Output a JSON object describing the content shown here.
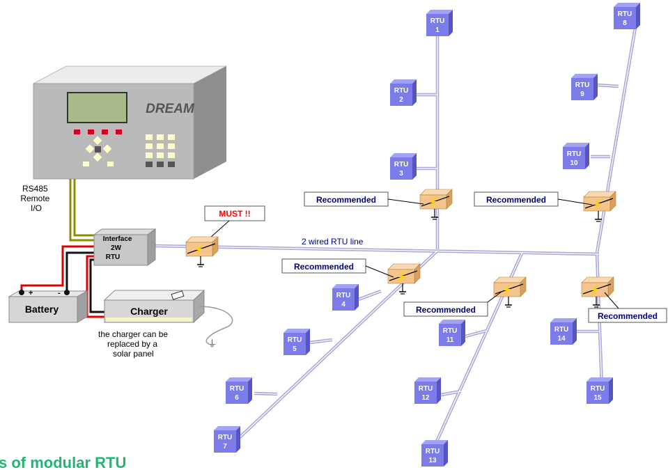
{
  "device": {
    "brand": "DREAM"
  },
  "labels": {
    "rs485": [
      "RS485",
      "Remote",
      "I/O"
    ],
    "interface": [
      "Interface",
      "2W",
      "RTU"
    ],
    "must": "MUST !!",
    "battery": "Battery",
    "battery_plus": "+",
    "battery_minus": "-",
    "charger": "Charger",
    "charger_note": [
      "the charger can be",
      "replaced by  a",
      "solar panel"
    ],
    "line": "2 wired RTU line",
    "recommended": "Recommended",
    "footer": "s of modular RTU"
  },
  "rtus": [
    {
      "label": "RTU",
      "num": "1"
    },
    {
      "label": "RTU",
      "num": "2"
    },
    {
      "label": "RTU",
      "num": "3"
    },
    {
      "label": "RTU",
      "num": "4"
    },
    {
      "label": "RTU",
      "num": "5"
    },
    {
      "label": "RTU",
      "num": "6"
    },
    {
      "label": "RTU",
      "num": "7"
    },
    {
      "label": "RTU",
      "num": "8"
    },
    {
      "label": "RTU",
      "num": "9"
    },
    {
      "label": "RTU",
      "num": "10"
    },
    {
      "label": "RTU",
      "num": "11"
    },
    {
      "label": "RTU",
      "num": "12"
    },
    {
      "label": "RTU",
      "num": "13"
    },
    {
      "label": "RTU",
      "num": "14"
    },
    {
      "label": "RTU",
      "num": "15"
    }
  ],
  "colors": {
    "rtu_front": "#7b7bea",
    "rtu_side": "#5656c0",
    "rtu_top": "#a3a3f5",
    "surge": "#f5c48a",
    "wire_purple": "#b8b8e8",
    "wire_olive": "#8c8c00",
    "wire_red": "#e00000",
    "accent_red": "#ff0000",
    "recommended_text": "#000080",
    "footer_text": "#22b573"
  }
}
